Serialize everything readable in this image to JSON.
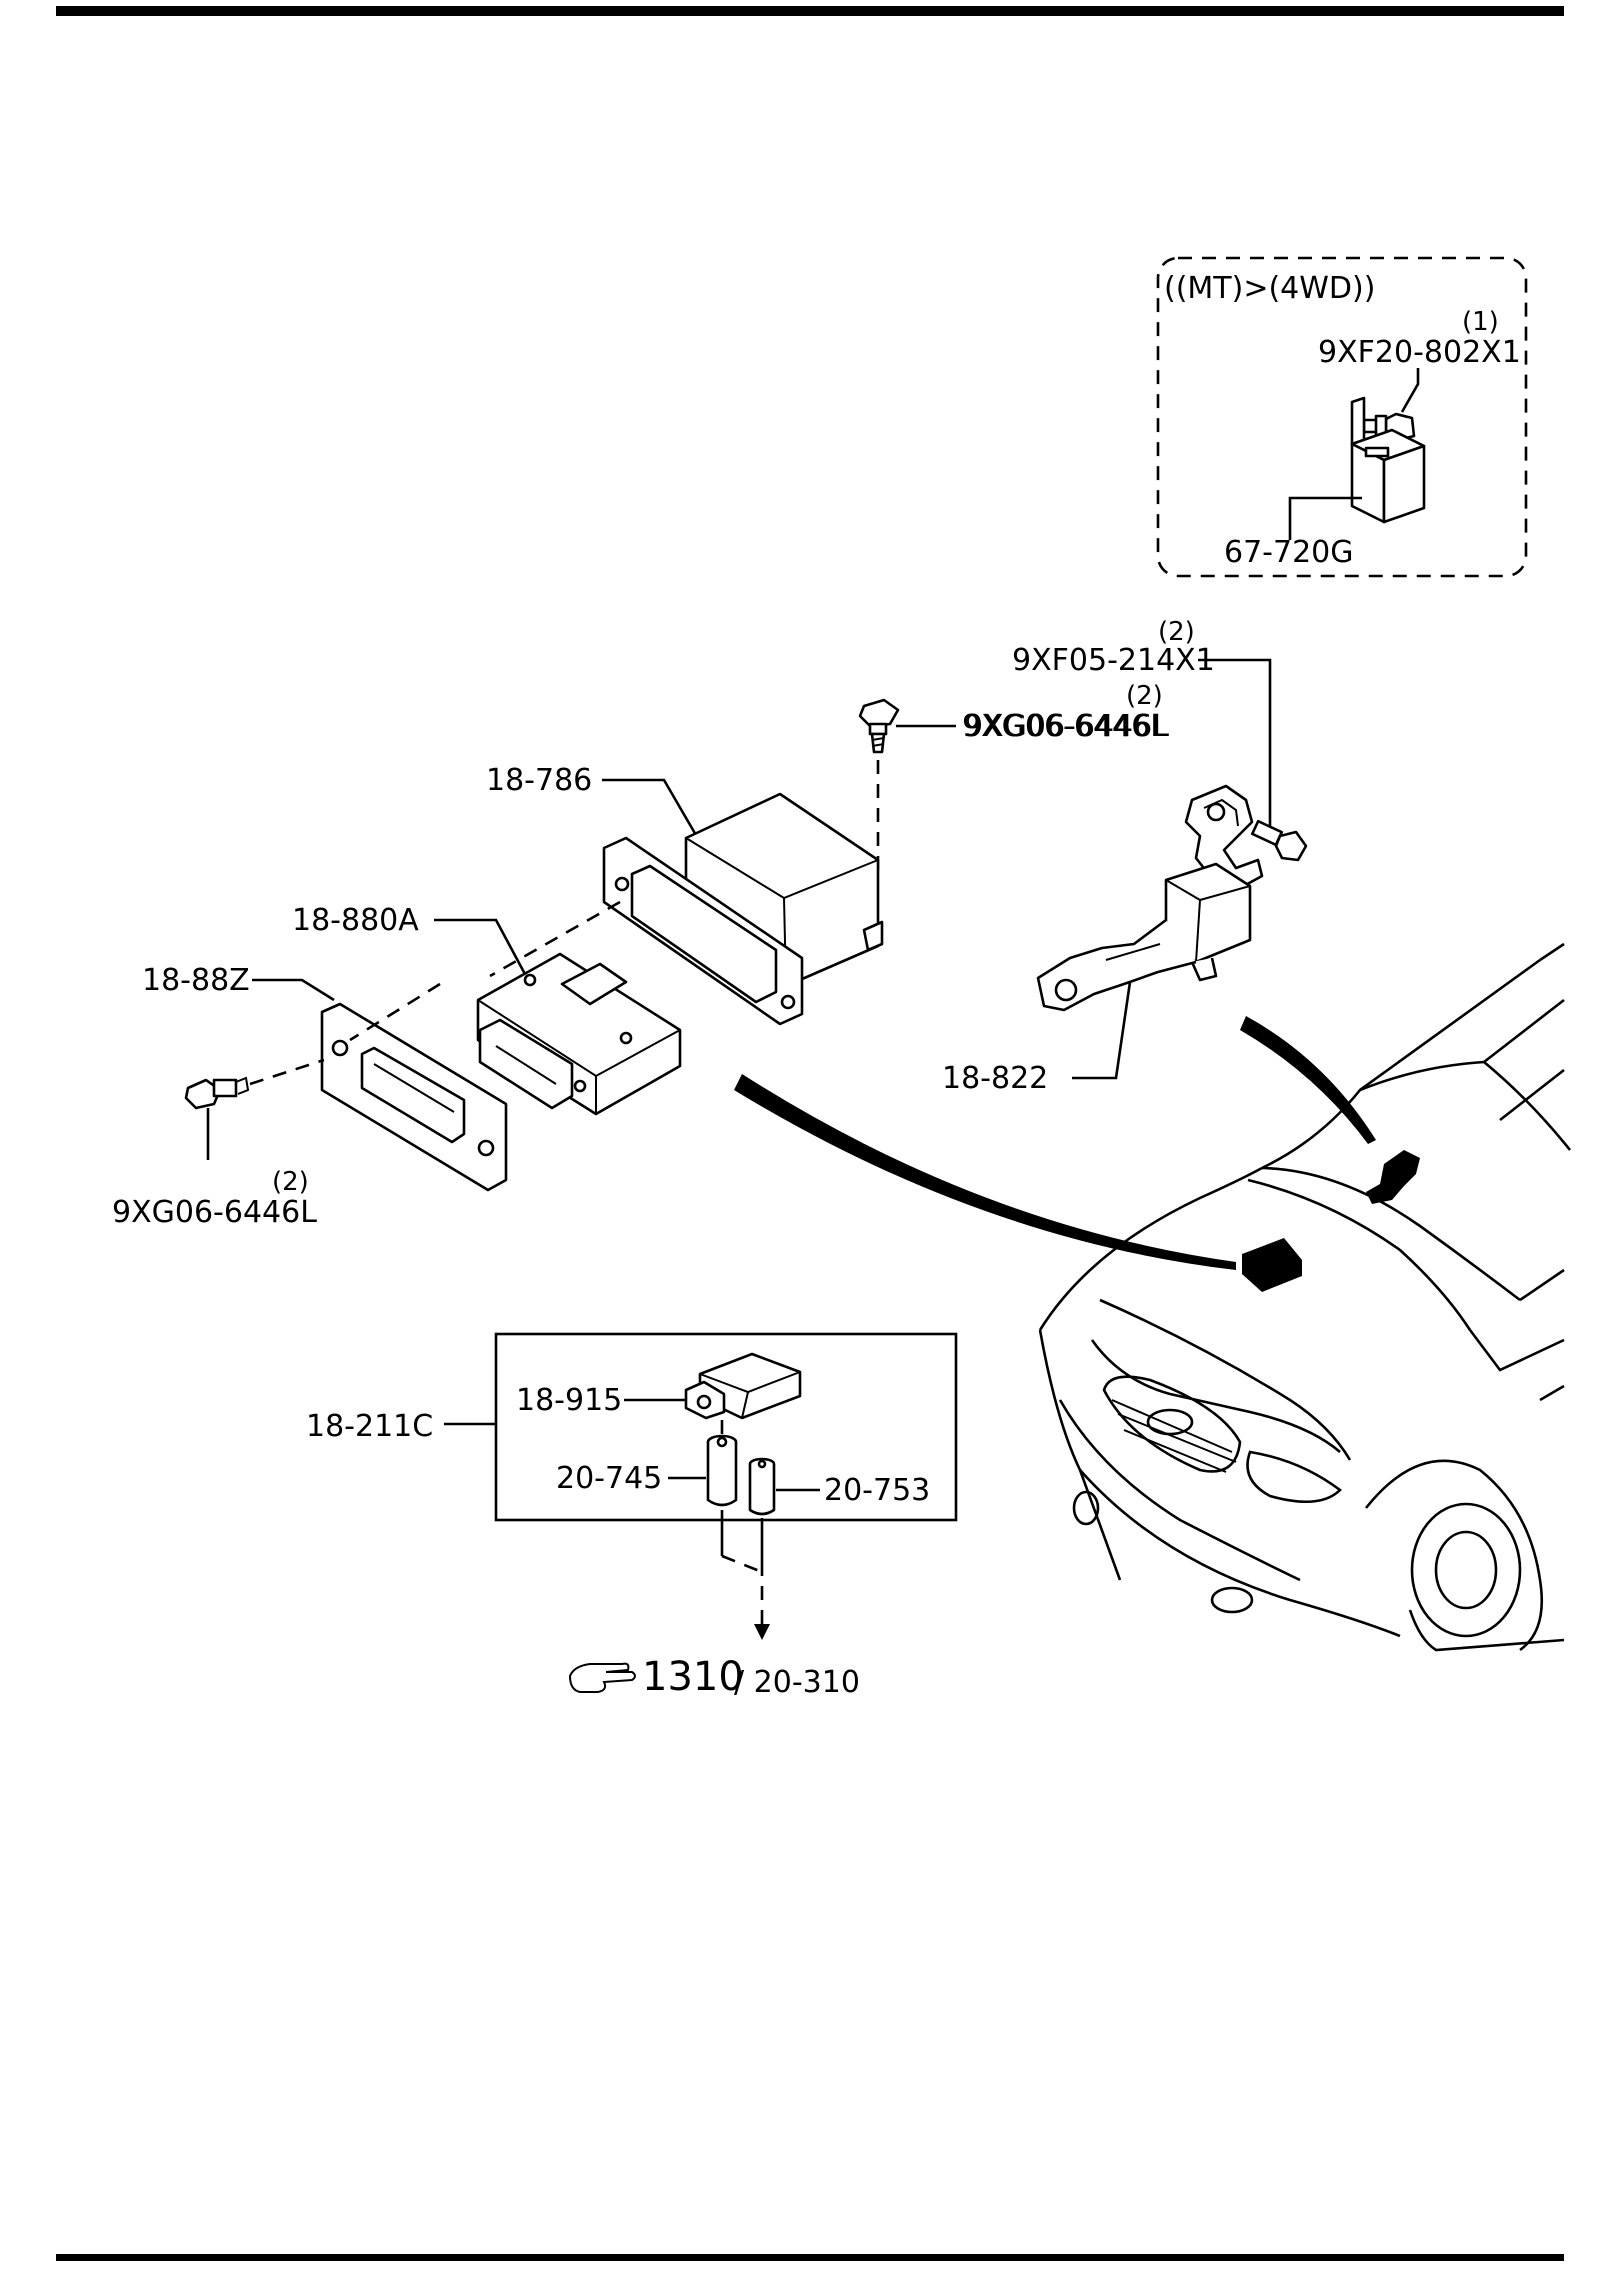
{
  "inset": {
    "title": "((MT)>(4WD))",
    "bolt_qty": "(1)",
    "bolt_part": "9XF20-802X1",
    "relay_part": "67-720G"
  },
  "sensor_group": {
    "bolt_top_qty": "(2)",
    "bolt_top_part": "9XF05-214X1",
    "bolt_mid_qty": "(2)",
    "bolt_mid_part": "9XG06-6446L",
    "sensor_part": "18-822"
  },
  "module_group": {
    "bracket_part": "18-786",
    "module_part": "18-880A",
    "cover_part": "18-88Z",
    "bolt_bottom_qty": "(2)",
    "bolt_bottom_part": "9XG06-6446L"
  },
  "harness_box": {
    "box_part": "18-211C",
    "connector_part": "18-915",
    "terminal_left_part": "20-745",
    "terminal_right_part": "20-753"
  },
  "reference": {
    "section_number": "1310",
    "part_reference": "/ 20-310",
    "pointer_icon": "pointing-hand-icon"
  }
}
